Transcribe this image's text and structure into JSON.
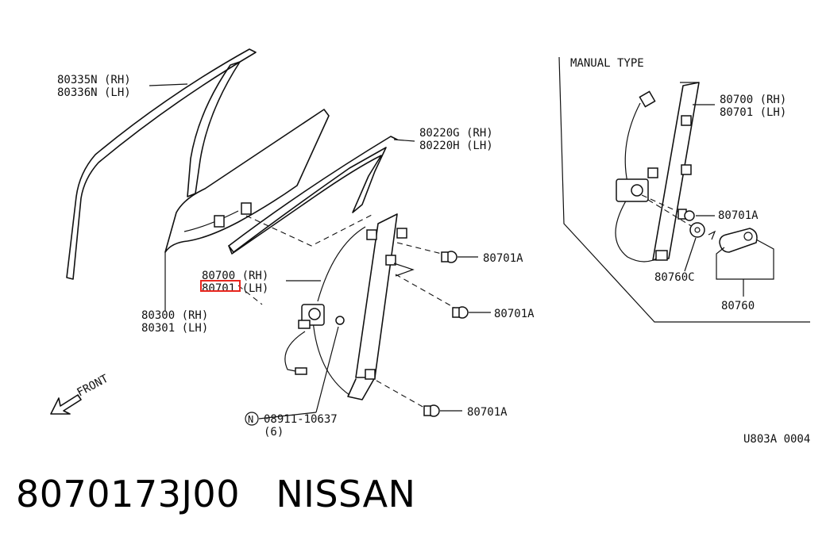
{
  "labels": {
    "moulding": [
      "80335N (RH)",
      "80336N (LH)"
    ],
    "sash": [
      "80220G (RH)",
      "80220H (LH)"
    ],
    "glass": [
      "80300 (RH)",
      "80301 (LH)"
    ],
    "regulator": [
      "80700 (RH)",
      "80701 (LH)"
    ],
    "bolt": "80701A",
    "nut_symbol": "N",
    "nut": [
      "08911-10637",
      "(6)"
    ],
    "front": "FRONT",
    "figure_code": "U803A 0004"
  },
  "manual": {
    "title": "MANUAL TYPE",
    "regulator": [
      "80700 (RH)",
      "80701 (LH)"
    ],
    "bolt": "80701A",
    "washer": "80760C",
    "handle": "80760"
  },
  "caption": {
    "part_number": "8070173J00",
    "brand": "NISSAN"
  },
  "colors": {
    "line": "#111111",
    "highlight": "#e8261e"
  }
}
